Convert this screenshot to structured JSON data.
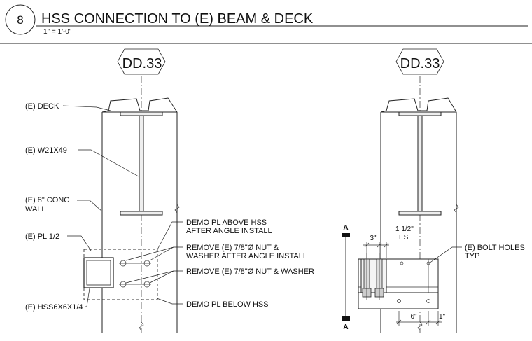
{
  "header": {
    "detail_number": "8",
    "title": "HSS CONNECTION TO (E) BEAM & DECK",
    "scale": "1\" = 1'-0\""
  },
  "gridlines": {
    "left": "DD.33",
    "right": "DD.33"
  },
  "left_view": {
    "deck_label": "(E) DECK",
    "beam_label": "(E) W21X49",
    "wall_label_line1": "(E) 8\" CONC",
    "wall_label_line2": "WALL",
    "plate_label": "(E) PL 1/2",
    "hss_label": "(E) HSS6X6X1/4",
    "demo_top_line1": "DEMO PL ABOVE HSS",
    "demo_top_line2": "AFTER ANGLE INSTALL",
    "remove_nut_line1": "REMOVE (E) 7/8\"Ø NUT &",
    "remove_nut_line2": "WASHER AFTER ANGLE INSTALL",
    "remove_nut2": "REMOVE (E) 7/8\"Ø NUT & WASHER",
    "demo_bottom": "DEMO PL BELOW HSS"
  },
  "right_view": {
    "section_mark_top": "A",
    "section_mark_bottom": "A",
    "dim_3": "3\"",
    "dim_1_5_line1": "1 1/2\"",
    "dim_1_5_line2": "ES",
    "bolt_holes_line1": "(E) BOLT HOLES",
    "bolt_holes_line2": "TYP",
    "dim_6": "6\"",
    "dim_1": "1\""
  }
}
